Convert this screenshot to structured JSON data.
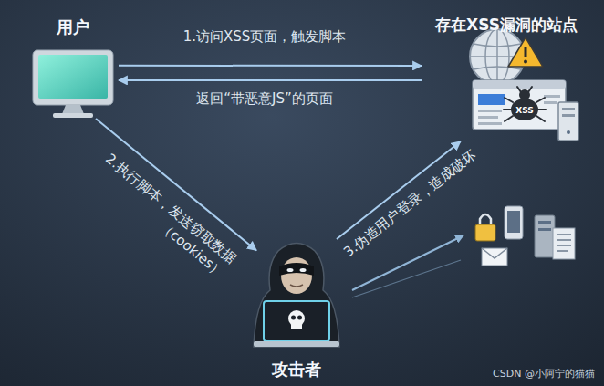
{
  "diagram": {
    "nodes": [
      {
        "text": [
          "用户"
        ]
      },
      {
        "text": [
          "存在XSS漏洞的站点"
        ]
      },
      {
        "text": [
          "攻击者"
        ]
      }
    ],
    "edges": [
      {
        "from": 0,
        "to": 1,
        "arrow": "to",
        "label": "1.访问XSS页面，触发脚本"
      },
      {
        "from": 1,
        "to": 0,
        "arrow": "to",
        "label": "返回“带恶意JS”的页面"
      },
      {
        "from": 0,
        "to": 2,
        "arrow": "to",
        "label": "2.执行脚本，发送窃取数据 （cookies）"
      },
      {
        "from": 2,
        "to": 1,
        "arrow": "to",
        "label": "3.伪造用户登录，造成破坏"
      }
    ],
    "labels": [
      "XSS",
      "CSDN @小阿宁的猫猫"
    ]
  }
}
